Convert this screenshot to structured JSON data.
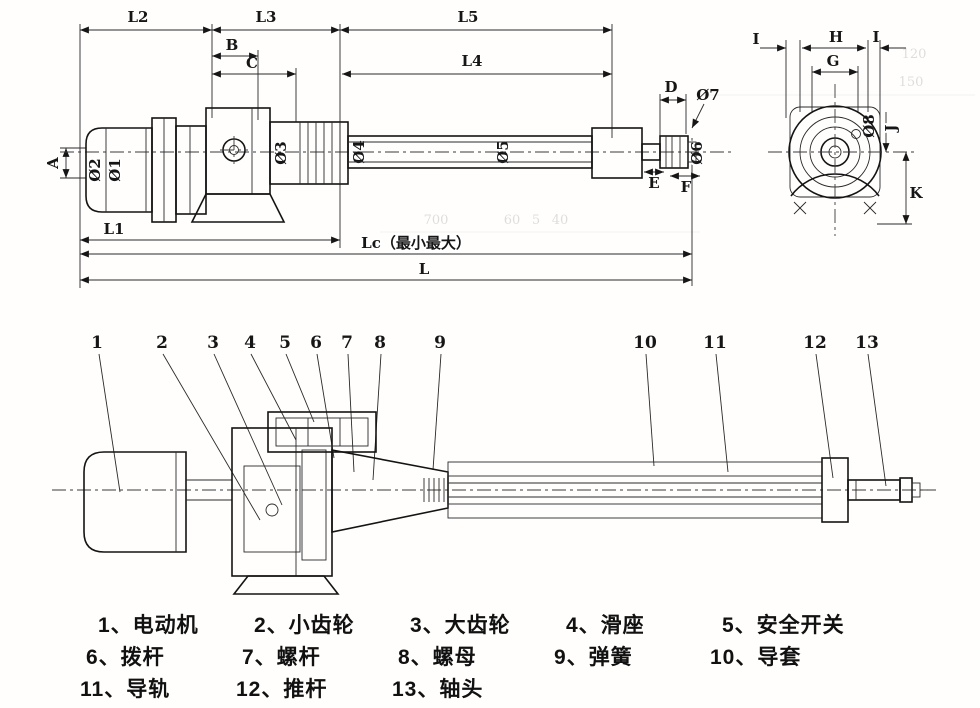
{
  "colors": {
    "ink": "#161616",
    "paper": "#fffefd",
    "ghost": "#8a8a8a"
  },
  "top_view": {
    "dims": {
      "L2": "L2",
      "L3": "L3",
      "L5": "L5",
      "B": "B",
      "C": "C",
      "L4": "L4",
      "D": "D",
      "phi7": "Ø7",
      "A": "A",
      "phi2": "Ø2",
      "phi1": "Ø1",
      "phi3": "Ø3",
      "phi4": "Ø4",
      "phi5": "Ø5",
      "phi6": "Ø6",
      "E": "E",
      "F": "F",
      "L1": "L1",
      "Lc": "Lc（最小最大）",
      "L": "L"
    },
    "end_view_dims": {
      "I_left": "I",
      "H": "H",
      "I_right": "I",
      "G": "G",
      "phi8": "Ø8",
      "J": "J",
      "K": "K"
    }
  },
  "section_view": {
    "callouts": [
      "1",
      "2",
      "3",
      "4",
      "5",
      "6",
      "7",
      "8",
      "9",
      "10",
      "11",
      "12",
      "13"
    ]
  },
  "parts_list": [
    {
      "label": "1、电动机"
    },
    {
      "label": "2、小齿轮"
    },
    {
      "label": "3、大齿轮"
    },
    {
      "label": "4、滑座"
    },
    {
      "label": "5、安全开关"
    },
    {
      "label": "6、拨杆"
    },
    {
      "label": "7、螺杆"
    },
    {
      "label": "8、螺母"
    },
    {
      "label": "9、弹簧"
    },
    {
      "label": "10、导套"
    },
    {
      "label": "11、导轨"
    },
    {
      "label": "12、推杆"
    },
    {
      "label": "13、轴头"
    }
  ],
  "ghost_text": {
    "g1": "120",
    "g2": "150",
    "g3": "700",
    "g4": "60",
    "g5": "5",
    "g6": "40"
  }
}
